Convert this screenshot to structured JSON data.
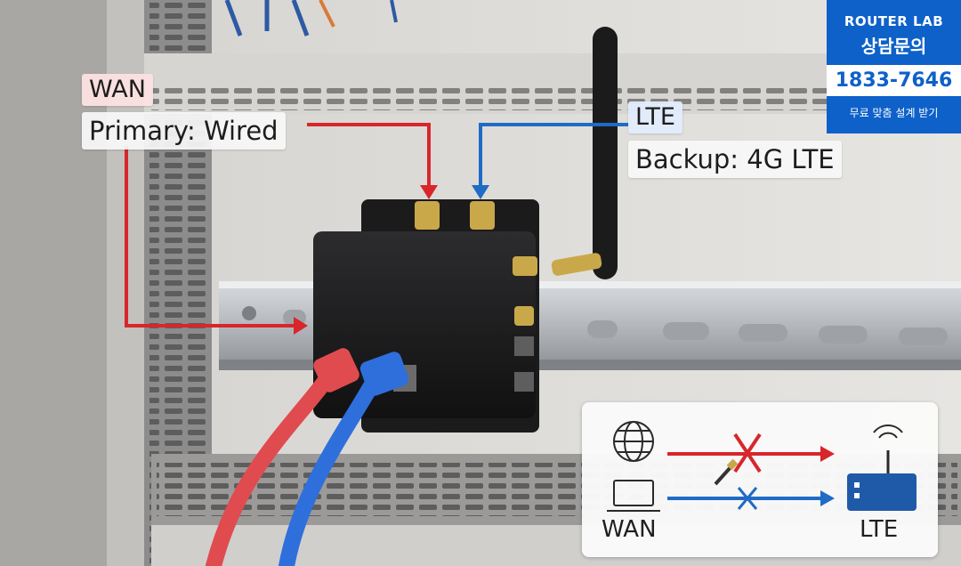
{
  "labels": {
    "wan_tag": "WAN",
    "wan_desc": "Primary: Wired",
    "lte_tag": "LTE",
    "lte_desc": "Backup: 4G LTE"
  },
  "contact": {
    "brand": "ROUTER LAB",
    "title": "상담문의",
    "phone": "1833-7646",
    "cta": "무료 맞춤 설계 받기"
  },
  "diagram": {
    "left_label": "WAN",
    "right_label": "LTE"
  },
  "colors": {
    "wan": "#d8262b",
    "lte": "#1f6bc6",
    "contact_bg": "#0d61c9"
  },
  "icons": [
    "globe-icon",
    "laptop-icon",
    "router-icon",
    "broken-cable-icon"
  ]
}
